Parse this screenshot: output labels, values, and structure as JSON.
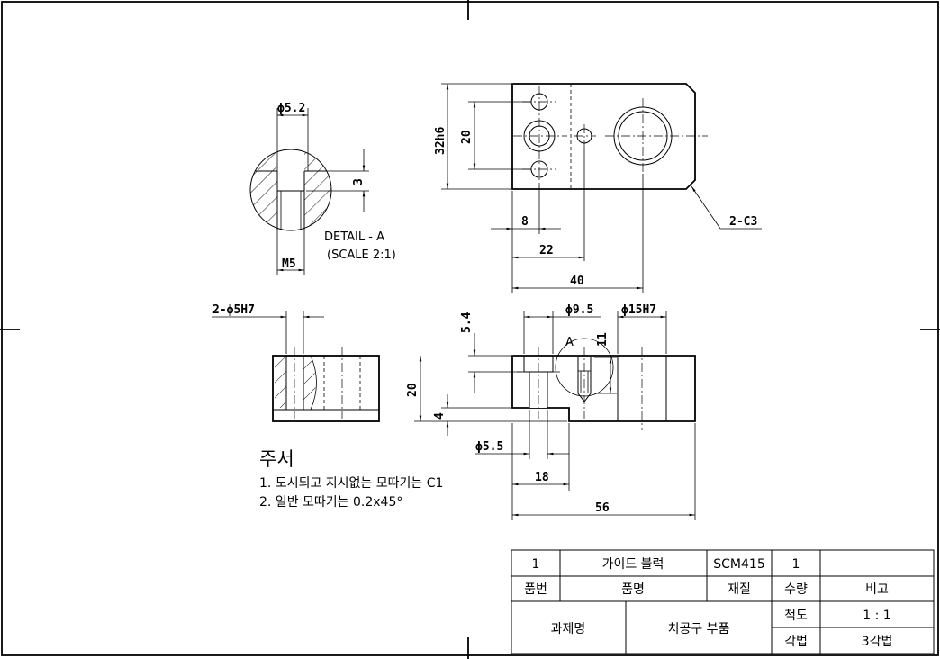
{
  "dimensions": {
    "detail_bore": "ϕ5.2",
    "detail_depth": "3",
    "detail_thread": "M5",
    "plan_height": "32h6",
    "plan_hole_span": "20",
    "plan_x1": "8",
    "plan_x2": "22",
    "plan_x3": "40",
    "plan_chamfer": "2-C3",
    "side_holes": "2-ϕ5H7",
    "front_depth": "5.4",
    "front_counterbore": "ϕ9.5",
    "front_bore": "ϕ15H7",
    "front_tap_depth": "11",
    "front_height": "20",
    "front_step": "4",
    "front_hole": "ϕ5.5",
    "front_x1": "18",
    "front_width": "56"
  },
  "detail": {
    "title": "DETAIL - A",
    "scale": "(SCALE 2:1)",
    "marker": "A"
  },
  "notes": {
    "heading": "주서",
    "line1": "1. 도시되고 지시없는 모따기는 C1",
    "line2": "2. 일반 모따기는 0.2x45°"
  },
  "title_block": {
    "part_no": "1",
    "part_name": "가이드 블럭",
    "material": "SCM415",
    "quantity": "1",
    "remarks": "",
    "h_part_no": "품번",
    "h_part_name": "품명",
    "h_material": "재질",
    "h_quantity": "수량",
    "h_remarks": "비고",
    "project_label": "과제명",
    "project_name": "치공구 부품",
    "scale_label": "척도",
    "scale_value": "1 : 1",
    "projection_label": "각법",
    "projection_value": "3각법"
  }
}
